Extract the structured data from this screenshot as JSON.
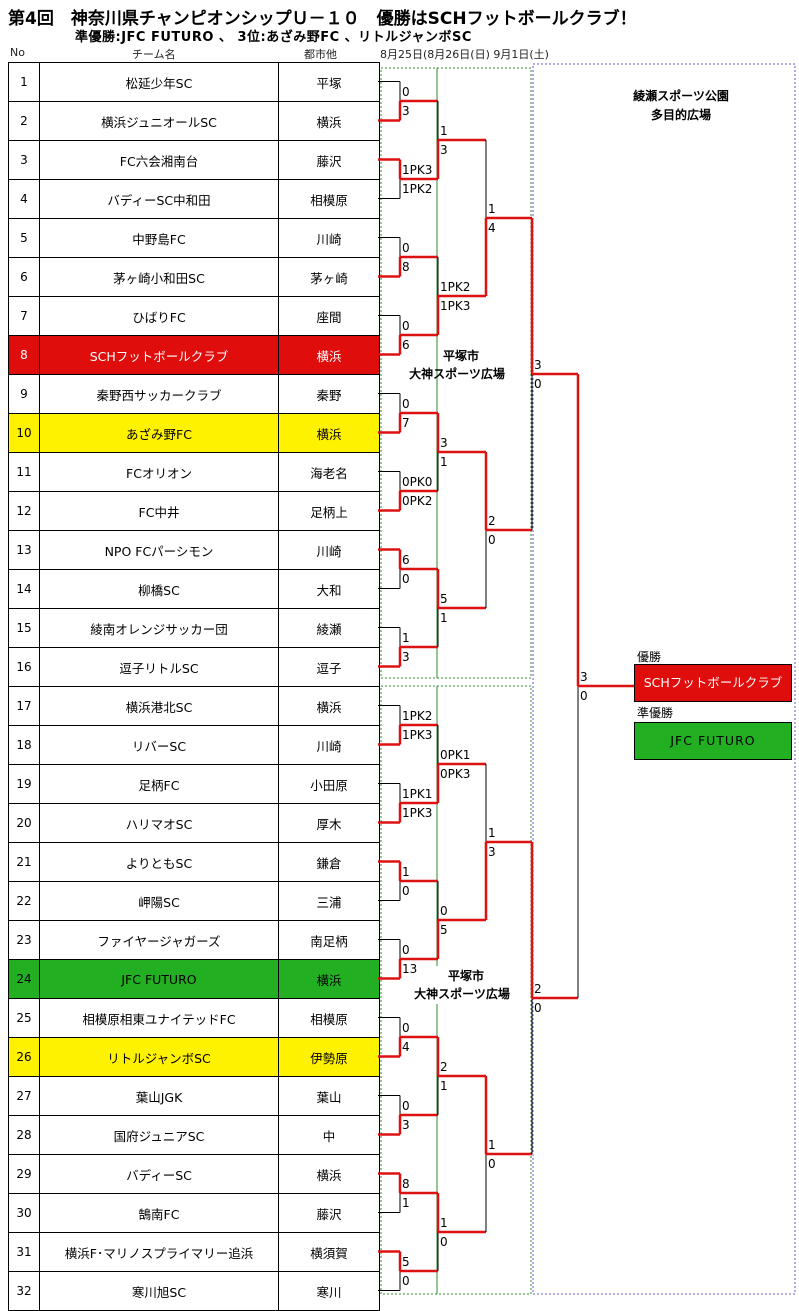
{
  "title": "第4回　神奈川県チャンピオンシップＵ－１０　優勝はSCHフットボールクラブ！",
  "subtitle": "準優勝:JFC FUTURO 、 3位:あざみ野FC 、リトルジャンボSC",
  "headers": {
    "no": "No",
    "team": "チーム名",
    "city": "都市他",
    "dates": "8月25日(8月26日(日) 9月1日(土)"
  },
  "venues": {
    "final": [
      "綾瀬スポーツ公園",
      "多目的広場"
    ],
    "top": [
      "平塚市",
      "大神スポーツ広場"
    ],
    "bottom": [
      "平塚市",
      "大神スポーツ広場"
    ]
  },
  "teams": [
    {
      "no": "1",
      "name": "松延少年SC",
      "city": "平塚"
    },
    {
      "no": "2",
      "name": "横浜ジュニオールSC",
      "city": "横浜"
    },
    {
      "no": "3",
      "name": "FC六会湘南台",
      "city": "藤沢"
    },
    {
      "no": "4",
      "name": "バディーSC中和田",
      "city": "相模原"
    },
    {
      "no": "5",
      "name": "中野島FC",
      "city": "川崎"
    },
    {
      "no": "6",
      "name": "茅ヶ崎小和田SC",
      "city": "茅ヶ崎"
    },
    {
      "no": "7",
      "name": "ひばりFC",
      "city": "座間"
    },
    {
      "no": "8",
      "name": "SCHフットボールクラブ",
      "city": "横浜",
      "highlight": "#e00d0d"
    },
    {
      "no": "9",
      "name": "秦野西サッカークラブ",
      "city": "秦野"
    },
    {
      "no": "10",
      "name": "あざみ野FC",
      "city": "横浜",
      "highlight": "#fff200"
    },
    {
      "no": "11",
      "name": "FCオリオン",
      "city": "海老名"
    },
    {
      "no": "12",
      "name": "FC中井",
      "city": "足柄上"
    },
    {
      "no": "13",
      "name": "NPO FCパーシモン",
      "city": "川崎"
    },
    {
      "no": "14",
      "name": "柳橋SC",
      "city": "大和"
    },
    {
      "no": "15",
      "name": "綾南オレンジサッカー団",
      "city": "綾瀬"
    },
    {
      "no": "16",
      "name": "逗子リトルSC",
      "city": "逗子"
    },
    {
      "no": "17",
      "name": "横浜港北SC",
      "city": "横浜"
    },
    {
      "no": "18",
      "name": "リバーSC",
      "city": "川崎"
    },
    {
      "no": "19",
      "name": "足柄FC",
      "city": "小田原"
    },
    {
      "no": "20",
      "name": "ハリマオSC",
      "city": "厚木"
    },
    {
      "no": "21",
      "name": "よりともSC",
      "city": "鎌倉"
    },
    {
      "no": "22",
      "name": "岬陽SC",
      "city": "三浦"
    },
    {
      "no": "23",
      "name": "ファイヤージャガーズ",
      "city": "南足柄"
    },
    {
      "no": "24",
      "name": "JFC FUTURO",
      "city": "横浜",
      "highlight": "#22b022"
    },
    {
      "no": "25",
      "name": "相模原相東ユナイテッドFC",
      "city": "相模原"
    },
    {
      "no": "26",
      "name": "リトルジャンボSC",
      "city": "伊勢原",
      "highlight": "#fff200"
    },
    {
      "no": "27",
      "name": "葉山JGK",
      "city": "葉山"
    },
    {
      "no": "28",
      "name": "国府ジュニアSC",
      "city": "中"
    },
    {
      "no": "29",
      "name": "バディーSC",
      "city": "横浜"
    },
    {
      "no": "30",
      "name": "鵠南FC",
      "city": "藤沢"
    },
    {
      "no": "31",
      "name": "横浜F･マリノスプライマリー追浜",
      "city": "横須賀"
    },
    {
      "no": "32",
      "name": "寒川旭SC",
      "city": "寒川"
    }
  ],
  "bracket": {
    "round1": [
      {
        "top": "1",
        "bottom": "2",
        "scores": [
          "0",
          "3"
        ],
        "winner": "bottom"
      },
      {
        "top": "3",
        "bottom": "4",
        "scores": [
          "1PK3",
          "1PK2"
        ],
        "winner": "top"
      },
      {
        "top": "5",
        "bottom": "6",
        "scores": [
          "0",
          "8"
        ],
        "winner": "bottom"
      },
      {
        "top": "7",
        "bottom": "8",
        "scores": [
          "0",
          "6"
        ],
        "winner": "bottom"
      },
      {
        "top": "9",
        "bottom": "10",
        "scores": [
          "0",
          "7"
        ],
        "winner": "bottom"
      },
      {
        "top": "11",
        "bottom": "12",
        "scores": [
          "0PK0",
          "0PK2"
        ],
        "winner": "bottom"
      },
      {
        "top": "13",
        "bottom": "14",
        "scores": [
          "6",
          "0"
        ],
        "winner": "top"
      },
      {
        "top": "15",
        "bottom": "16",
        "scores": [
          "1",
          "3"
        ],
        "winner": "bottom"
      },
      {
        "top": "17",
        "bottom": "18",
        "scores": [
          "1PK2",
          "1PK3"
        ],
        "winner": "bottom"
      },
      {
        "top": "19",
        "bottom": "20",
        "scores": [
          "1PK1",
          "1PK3"
        ],
        "winner": "bottom"
      },
      {
        "top": "21",
        "bottom": "22",
        "scores": [
          "1",
          "0"
        ],
        "winner": "top"
      },
      {
        "top": "23",
        "bottom": "24",
        "scores": [
          "0",
          "13"
        ],
        "winner": "bottom"
      },
      {
        "top": "25",
        "bottom": "26",
        "scores": [
          "0",
          "4"
        ],
        "winner": "bottom"
      },
      {
        "top": "27",
        "bottom": "28",
        "scores": [
          "0",
          "3"
        ],
        "winner": "bottom"
      },
      {
        "top": "29",
        "bottom": "30",
        "scores": [
          "8",
          "1"
        ],
        "winner": "top"
      },
      {
        "top": "31",
        "bottom": "32",
        "scores": [
          "5",
          "0"
        ],
        "winner": "top"
      }
    ],
    "round2": [
      {
        "scores": [
          "1",
          "3"
        ],
        "winner": "bottom"
      },
      {
        "scores": [
          "1PK2",
          "1PK3"
        ],
        "winner": "bottom"
      },
      {
        "scores": [
          "3",
          "1"
        ],
        "winner": "top"
      },
      {
        "scores": [
          "5",
          "1"
        ],
        "winner": "top"
      },
      {
        "scores": [
          "0PK1",
          "0PK3"
        ],
        "winner": "bottom"
      },
      {
        "scores": [
          "0",
          "5"
        ],
        "winner": "bottom"
      },
      {
        "scores": [
          "2",
          "1"
        ],
        "winner": "top"
      },
      {
        "scores": [
          "1",
          "0"
        ],
        "winner": "top"
      }
    ],
    "round3": [
      {
        "scores": [
          "1",
          "4"
        ],
        "winner": "bottom"
      },
      {
        "scores": [
          "2",
          "0"
        ],
        "winner": "top"
      },
      {
        "scores": [
          "1",
          "3"
        ],
        "winner": "bottom"
      },
      {
        "scores": [
          "1",
          "0"
        ],
        "winner": "top"
      }
    ],
    "semifinal": [
      {
        "scores": [
          "3",
          "0"
        ],
        "winner": "top"
      },
      {
        "scores": [
          "2",
          "0"
        ],
        "winner": "top"
      }
    ],
    "final": {
      "scores": [
        "3",
        "0"
      ],
      "winner": "top"
    }
  },
  "results": {
    "winner_label": "優勝",
    "winner": "SCHフットボールクラブ",
    "winner_color": "#e00d0d",
    "runnerup_label": "準優勝",
    "runnerup": "JFC FUTURO",
    "runnerup_color": "#22b022"
  },
  "colors": {
    "win_line": "#dd1111",
    "lose_line": "#000000",
    "venue_border": "#2e8b2e",
    "final_venue_border": "#6a5acd"
  }
}
